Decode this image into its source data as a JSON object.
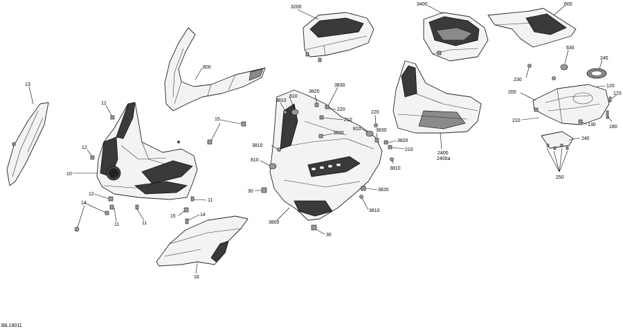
{
  "figure_code": "38L18011",
  "callouts": {
    "c13": "13",
    "c12a": "12",
    "c12b": "12",
    "c12c": "12",
    "c10": "10",
    "c14a": "14",
    "c14b": "14",
    "c11a": "11",
    "c11b": "11",
    "c11c": "11",
    "c15a": "15",
    "c15b": "15",
    "c16": "16",
    "c800": "800",
    "c30a": "30",
    "c30b": "30",
    "c3200": "3200",
    "c3400": "3400",
    "c600": "600",
    "c630": "630",
    "c245": "245",
    "c230": "230",
    "c120": "120",
    "c200": "200",
    "c170": "170",
    "c210a": "210",
    "c130": "130",
    "c180": "180",
    "c240": "240",
    "c250": "250",
    "c810a": "810",
    "c3810a": "3810",
    "c3820a": "3820",
    "c3830a": "3830",
    "c220a": "220",
    "c210b": "210",
    "c3820b": "3820",
    "c220b": "220",
    "c810b": "810",
    "c3830b": "3830",
    "c3820c": "3820",
    "c210c": "210",
    "c3810b": "3810",
    "c810c": "810",
    "c3810c": "3810",
    "c3820d": "3820",
    "c3810d": "3810",
    "c3800": "3800",
    "c2400": "2400",
    "c2400a": "2400a"
  }
}
